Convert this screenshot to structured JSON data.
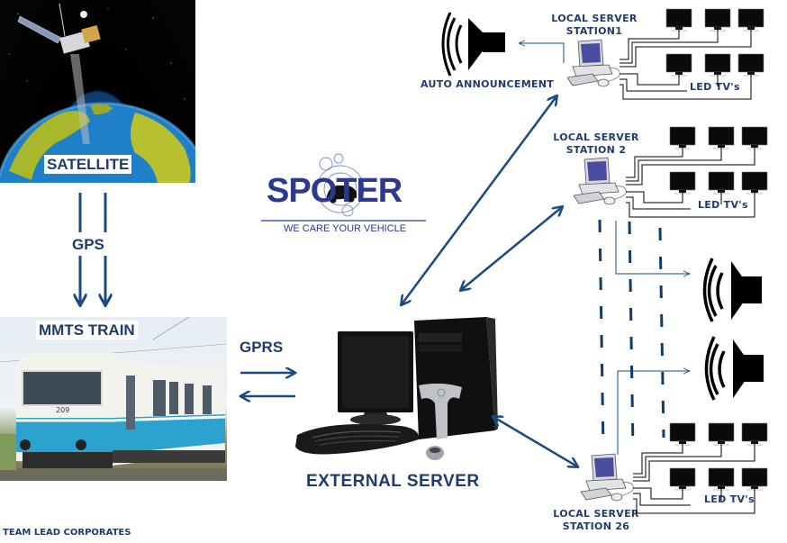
{
  "diagram": {
    "title_logo": {
      "brand": "SPOTER",
      "tagline": "WE CARE YOUR VEHICLE",
      "brand_color": "#2b3990"
    },
    "nodes": {
      "satellite": {
        "label": "SATELLITE"
      },
      "gps": {
        "label": "GPS"
      },
      "train": {
        "label": "MMTS TRAIN",
        "number_plate": "209"
      },
      "gprs": {
        "label": "GPRS"
      },
      "external_server": {
        "label": "EXTERNAL SERVER"
      },
      "auto_announcement": {
        "label": "AUTO ANNOUNCEMENT"
      },
      "stations": [
        {
          "line1": "LOCAL SERVER",
          "line2": "STATION1",
          "tv_label": "LED TV's"
        },
        {
          "line1": "LOCAL SERVER",
          "line2": "STATION 2",
          "tv_label": "LED TV's"
        },
        {
          "line1": "LOCAL SERVER",
          "line2": "STATION 26",
          "tv_label": "LED TV's"
        }
      ]
    },
    "footer": "TEAM LEAD CORPORATES",
    "colors": {
      "arrow": "#1a4a80",
      "label": "#1f3c6e",
      "dash": "#0f3d6b"
    }
  }
}
